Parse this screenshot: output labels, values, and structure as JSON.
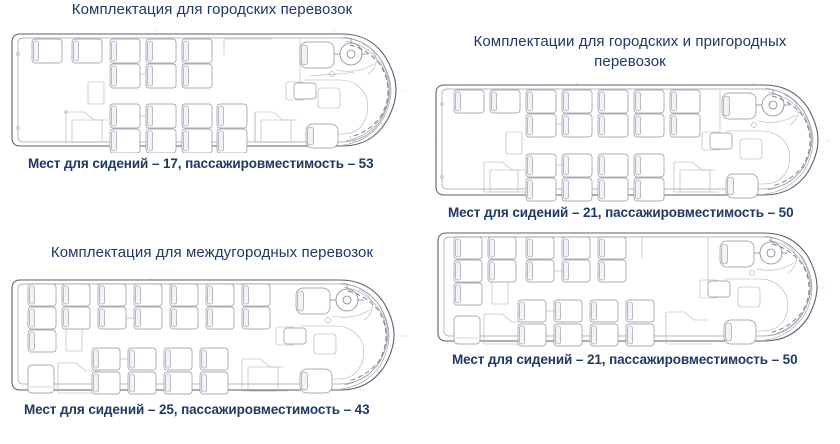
{
  "page": {
    "background": "#ffffff",
    "text_color": "#1f3864",
    "line_color": "#5a5f6b"
  },
  "panels": [
    {
      "id": "city",
      "title": "Комплектация  для городских   перевозок",
      "caption": "Мест для сидений – 17, пассажировместимость – 53",
      "seats": 17,
      "capacity": 53
    },
    {
      "id": "city-suburban",
      "title": "Комплектации   для городских   и пригородных\nперевозок",
      "caption": "Мест для сидений – 21, пассажировместимость – 50",
      "seats": 21,
      "capacity": 50
    },
    {
      "id": "intercity",
      "title": "Комплектация   для междугородных перевозок",
      "caption": "Мест для сидений – 25, пассажировместимость – 43",
      "seats": 25,
      "capacity": 43
    },
    {
      "id": "suburban",
      "title": "",
      "caption": "Мест для сидений – 21, пассажировместимость – 50",
      "seats": 21,
      "capacity": 50
    }
  ],
  "legend": {
    "seats_label": "Мест для сидений",
    "capacity_label": "пассажировместимость"
  }
}
